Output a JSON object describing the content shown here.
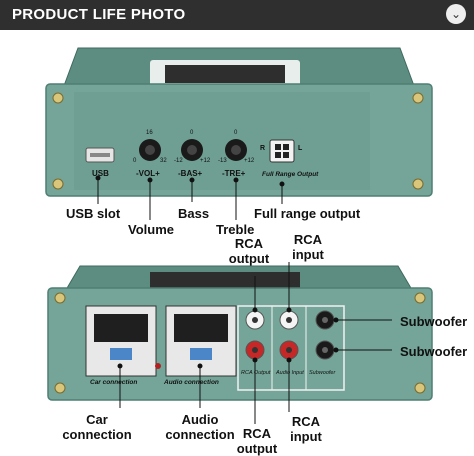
{
  "header": {
    "title": "PRODUCT LIFE PHOTO"
  },
  "icons": {
    "header_chevron": "chevron-down-icon"
  },
  "top_panel": {
    "vol_scale": [
      "16",
      "0",
      "32"
    ],
    "bas_scale": [
      "0",
      "-12",
      "+12"
    ],
    "tre_scale": [
      "0",
      "-13",
      "+12"
    ],
    "knob_labels": [
      "-VOL+",
      "-BAS+",
      "-TRE+"
    ],
    "usb_label": "USB",
    "fr_rl": [
      "R",
      "L"
    ],
    "fr_label": "Full Range Output"
  },
  "top_callouts": {
    "usb": "USB slot",
    "volume": "Volume",
    "bass": "Bass",
    "treble": "Treble",
    "full_range": "Full range output"
  },
  "bottom_panel": {
    "car_label": "Car connection",
    "audio_label": "Audio connection",
    "rca_out": "RCA Output",
    "audio_in": "Audio Input",
    "sub_label": "Subwoofer"
  },
  "bottom_callouts": {
    "rca_output_top": "RCA output",
    "rca_input_top": "RCA input",
    "subwoofer_1": "Subwoofer",
    "subwoofer_2": "Subwoofer",
    "car": "Car connection",
    "audio": "Audio connection",
    "rca_output_bottom": "RCA output",
    "rca_input_bottom": "RCA input"
  },
  "colors": {
    "device": "#74a598",
    "device_dark": "#4f7f73",
    "header": "#2f2f2f",
    "leader": "#111111"
  }
}
